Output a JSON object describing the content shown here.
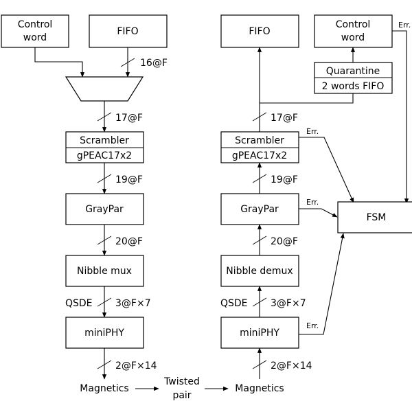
{
  "tx": {
    "control_word": [
      "Control",
      "word"
    ],
    "fifo": "FIFO",
    "bus_16": "16@F",
    "bus_17": "17@F",
    "scrambler": "Scrambler",
    "scrambler_code": "gPEAC17x2",
    "bus_19": "19@F",
    "graypar": "GrayPar",
    "bus_20": "20@F",
    "nibble": "Nibble mux",
    "qsde": "QSDE",
    "bus_3": "3@F×7",
    "miniphy": "miniPHY",
    "bus_2": "2@F×14",
    "magnetics": "Magnetics"
  },
  "link": {
    "twisted": [
      "Twisted",
      "pair"
    ]
  },
  "rx": {
    "fifo": "FIFO",
    "control_word": [
      "Control",
      "word"
    ],
    "err_top": "Err.",
    "quarantine": "Quarantine",
    "quarantine_sub": "2 words FIFO",
    "bus_17": "17@F",
    "scrambler": "Scrambler",
    "scrambler_code": "gPEAC17x2",
    "err_scr": "Err.",
    "bus_19": "19@F",
    "graypar": "GrayPar",
    "err_gray": "Err.",
    "fsm": "FSM",
    "bus_20": "20@F",
    "nibble": "Nibble demux",
    "qsde": "QSDE",
    "bus_3": "3@F×7",
    "miniphy": "miniPHY",
    "err_phy": "Err.",
    "bus_2": "2@F×14",
    "magnetics": "Magnetics"
  }
}
